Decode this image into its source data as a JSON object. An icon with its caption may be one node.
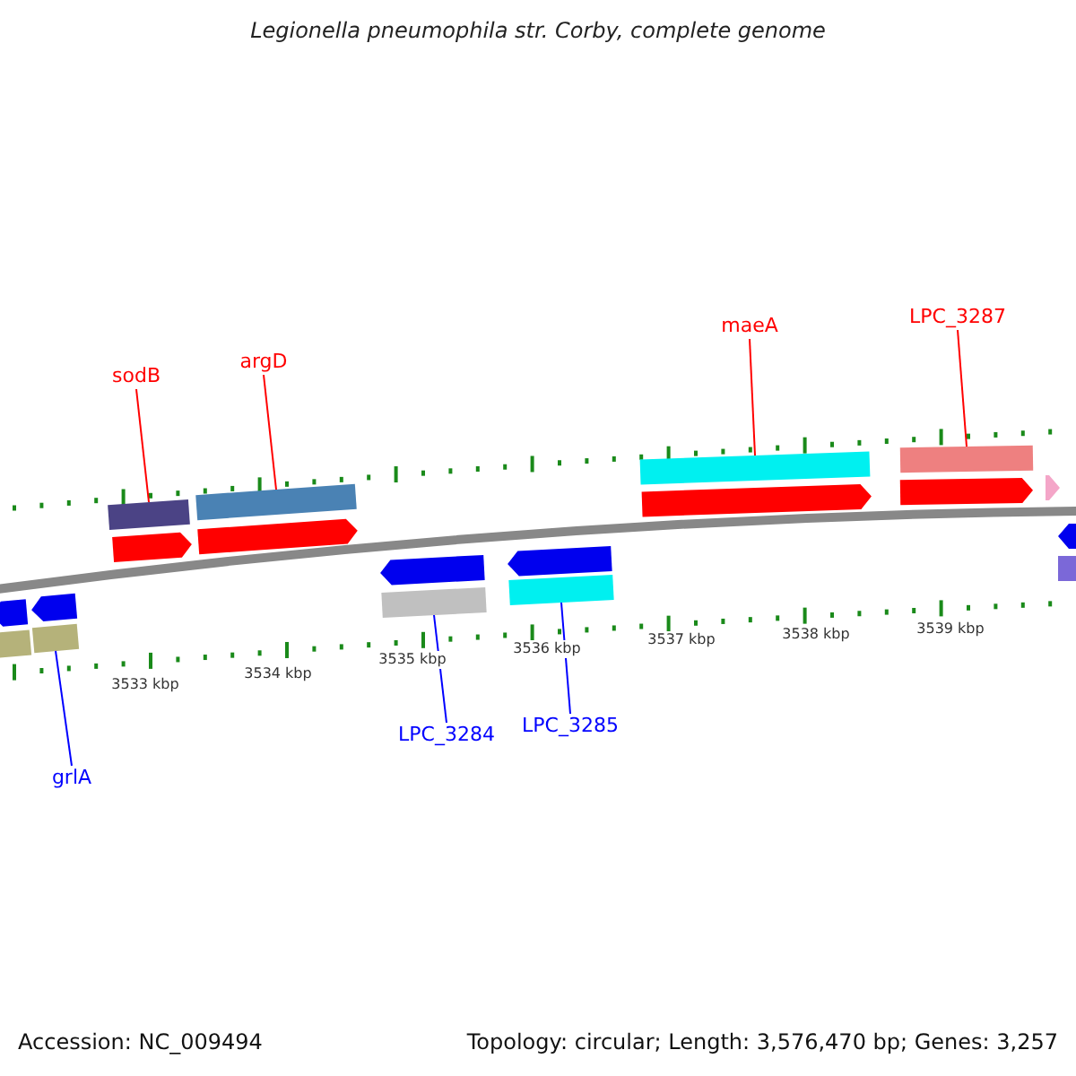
{
  "diagram": {
    "title": "Legionella pneumophila str. Corby, complete genome",
    "nodes": [
      {
        "text": [
          "sodB"
        ]
      },
      {
        "text": [
          "argD"
        ]
      },
      {
        "text": [
          "maeA"
        ]
      },
      {
        "text": [
          "LPC_3287"
        ]
      },
      {
        "text": [
          "grlA"
        ]
      },
      {
        "text": [
          "LPC_3284"
        ]
      },
      {
        "text": [
          "LPC_3285"
        ]
      },
      {
        "text": [],
        "shape": "arrow"
      },
      {
        "text": [],
        "shape": "bar"
      },
      {
        "text": [],
        "shape": "arrow"
      },
      {
        "text": [],
        "shape": "bar"
      },
      {
        "text": [],
        "shape": "bar"
      },
      {
        "text": [],
        "shape": "arrow"
      },
      {
        "text": [],
        "shape": "bar"
      },
      {
        "text": [],
        "shape": "arrow"
      },
      {
        "text": [],
        "shape": "arrow"
      },
      {
        "text": [],
        "shape": "bar"
      },
      {
        "text": [],
        "shape": "arrow"
      },
      {
        "text": [],
        "shape": "bar"
      },
      {
        "text": [],
        "shape": "bar"
      },
      {
        "text": [],
        "shape": "arrow"
      },
      {
        "text": [],
        "shape": "bar"
      },
      {
        "text": [],
        "shape": "arrow"
      },
      {
        "text": [],
        "shape": "arrow"
      },
      {
        "text": [],
        "shape": "arrow"
      },
      {
        "text": [],
        "shape": "bar"
      }
    ],
    "edges": [
      {
        "from": 0,
        "to": 11,
        "arrow": "none"
      },
      {
        "from": 1,
        "to": 13,
        "arrow": "none"
      },
      {
        "from": 2,
        "to": 19,
        "arrow": "none"
      },
      {
        "from": 3,
        "to": 21,
        "arrow": "none"
      },
      {
        "from": 4,
        "to": 10,
        "arrow": "none",
        "color": "#0000ff"
      },
      {
        "from": 5,
        "to": 16,
        "arrow": "none",
        "color": "#0000ff"
      },
      {
        "from": 6,
        "to": 18,
        "arrow": "none",
        "color": "#0000ff"
      }
    ],
    "labels": [
      "3533 kbp",
      "3534 kbp",
      "3535 kbp",
      "3536 kbp",
      "3537 kbp",
      "3538 kbp",
      "3539 kbp",
      "Accession: NC_009494",
      "Topology: circular; Length: 3,576,470 bp; Genes: 3,257"
    ]
  }
}
